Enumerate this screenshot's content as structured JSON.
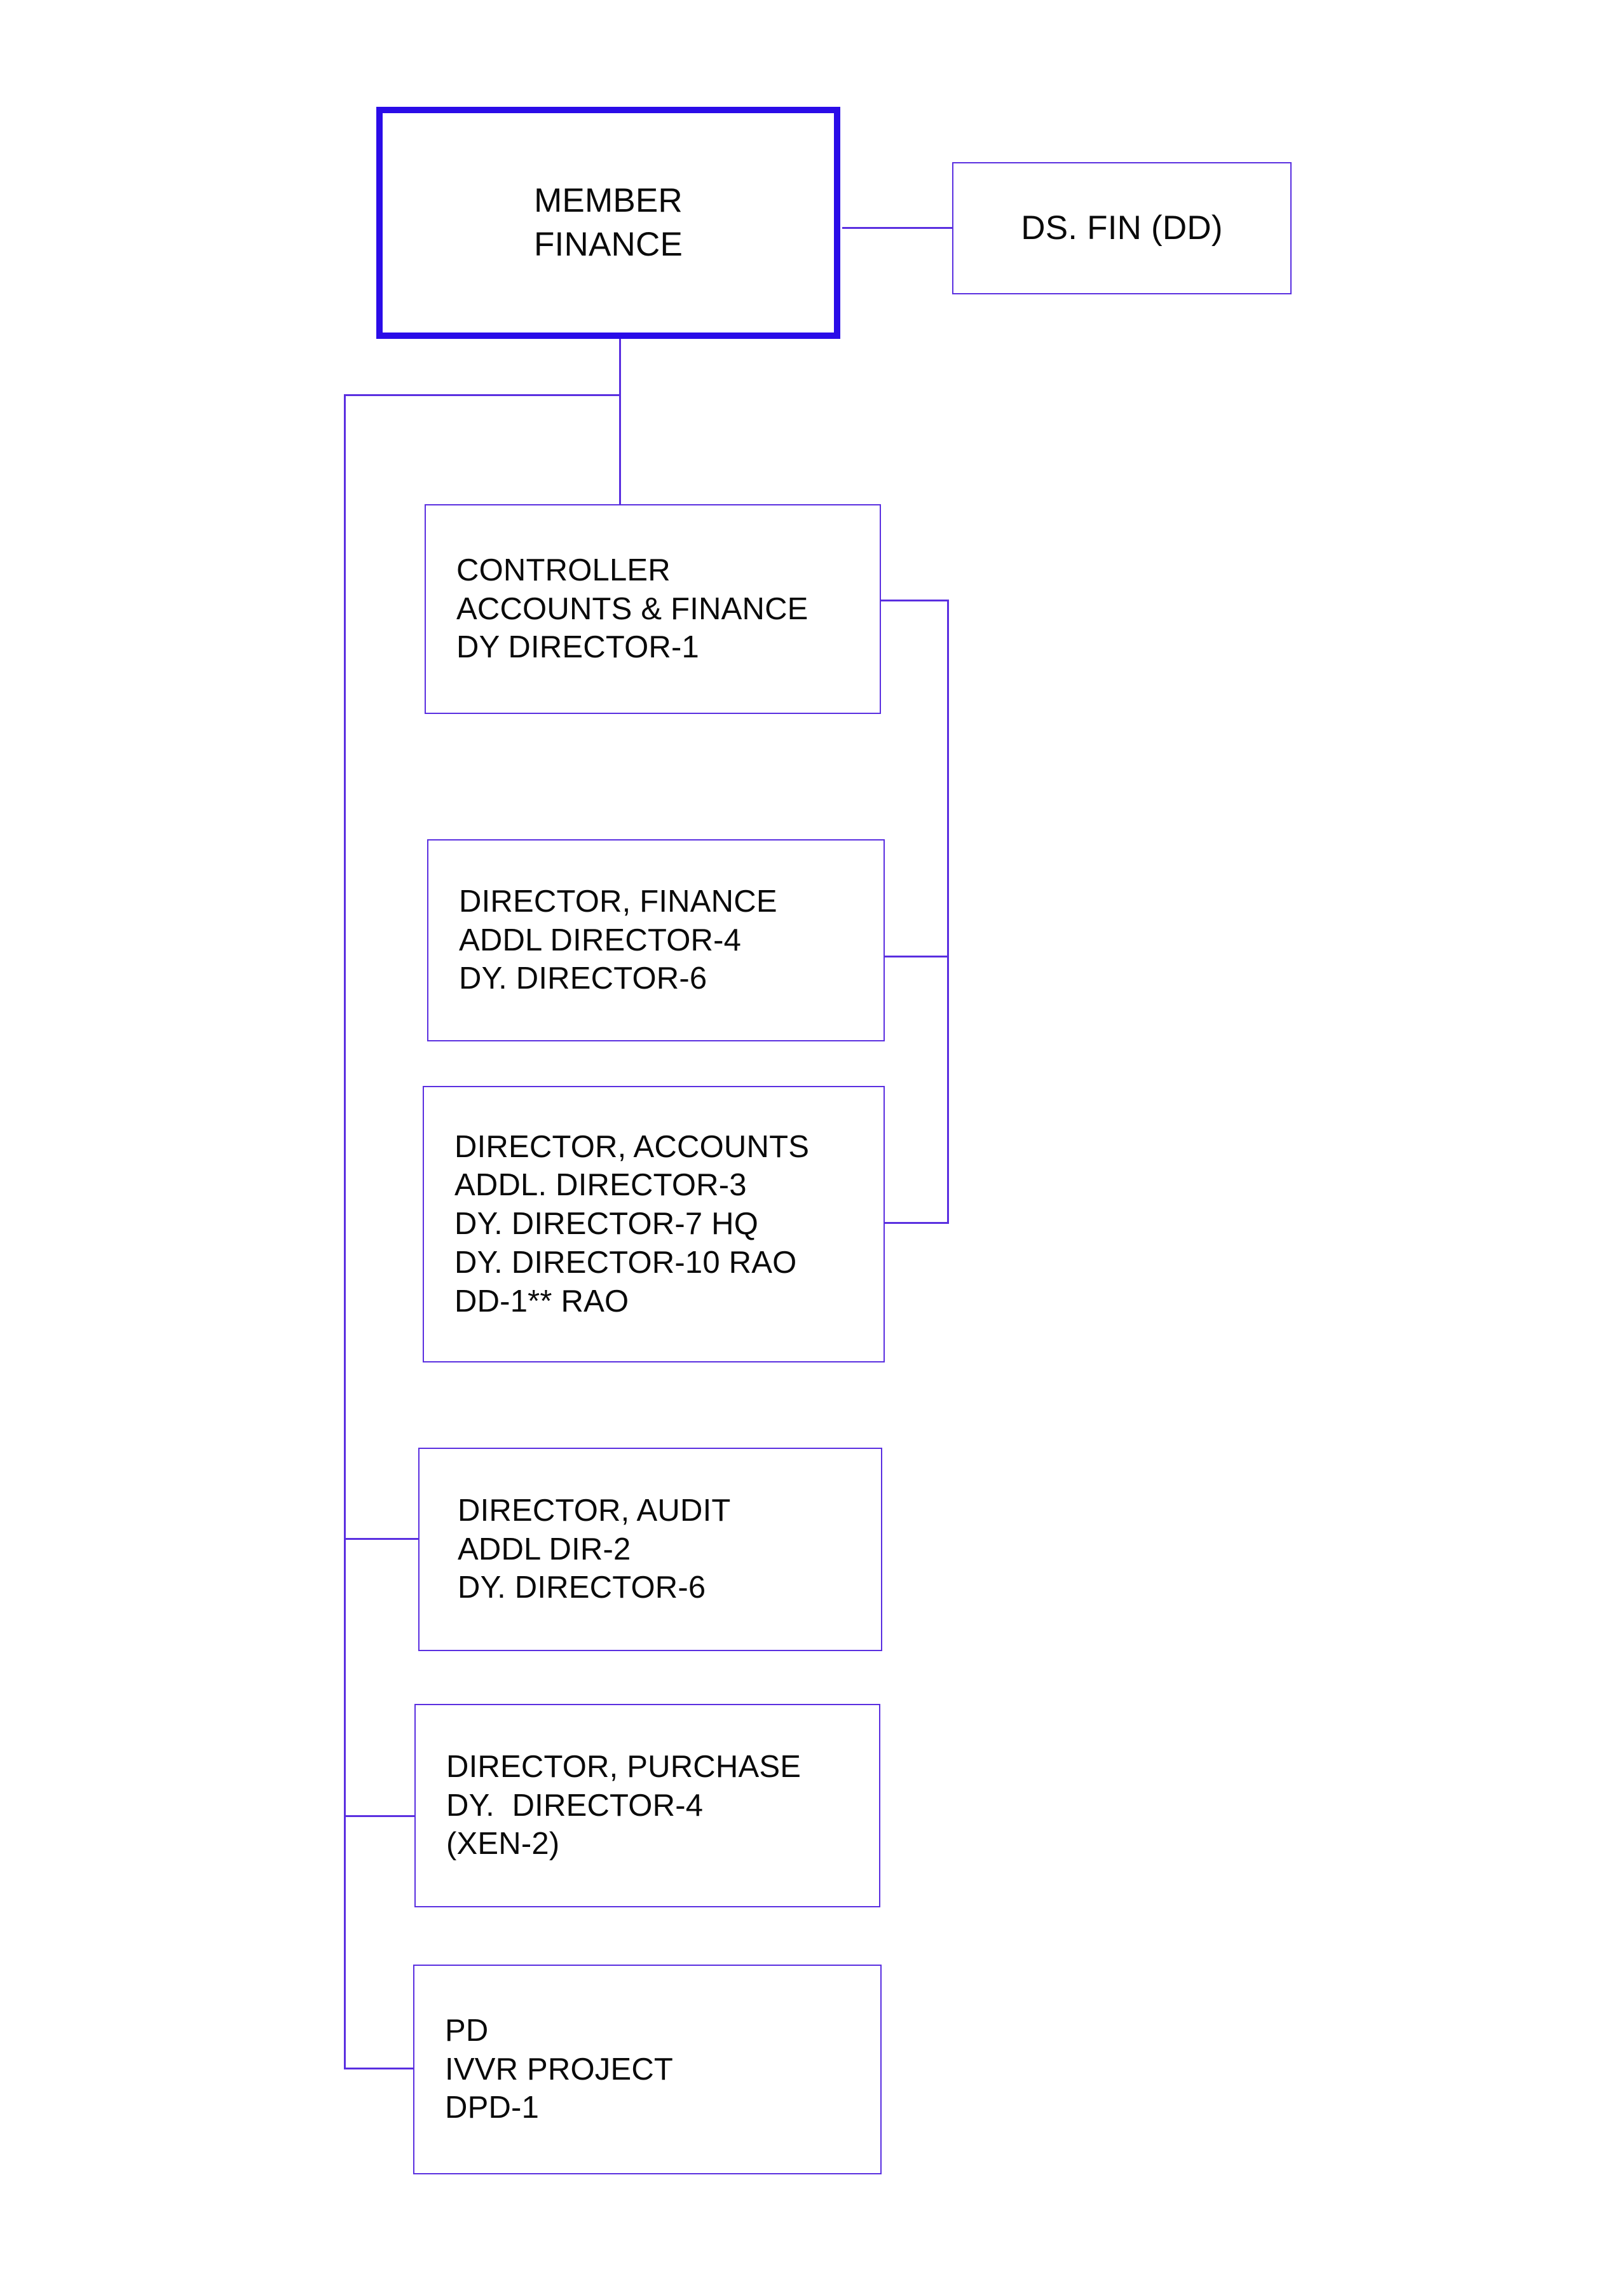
{
  "chart": {
    "title": "Member Finance organisation chart",
    "accent_color": "#5a2fe0",
    "root_border_color": "#2a0ce8",
    "background_color": "#ffffff",
    "text_color": "#0a0a0a"
  },
  "nodes": {
    "root": {
      "name": "member-finance",
      "lines": [
        "MEMBER",
        "FINANCE"
      ]
    },
    "staff": {
      "name": "ds-fin-dd",
      "lines": [
        "DS. FIN (DD)"
      ]
    },
    "controller": {
      "name": "controller-accounts-finance",
      "lines": [
        "CONTROLLER",
        "ACCOUNTS & FINANCE",
        "DY DIRECTOR-1"
      ]
    },
    "director_finance": {
      "name": "director-finance",
      "lines": [
        "DIRECTOR, FINANCE",
        "ADDL DIRECTOR-4",
        "DY. DIRECTOR-6"
      ]
    },
    "director_accounts": {
      "name": "director-accounts",
      "lines": [
        "DIRECTOR, ACCOUNTS",
        "ADDL. DIRECTOR-3",
        "DY. DIRECTOR-7 HQ",
        "DY. DIRECTOR-10 RAO",
        "DD-1** RAO"
      ]
    },
    "director_audit": {
      "name": "director-audit",
      "lines": [
        "DIRECTOR, AUDIT",
        "ADDL DIR-2",
        "DY. DIRECTOR-6"
      ]
    },
    "director_purchase": {
      "name": "director-purchase",
      "lines": [
        "DIRECTOR, PURCHASE",
        "DY.  DIRECTOR-4",
        "(XEN-2)"
      ]
    },
    "pd_ivvr": {
      "name": "pd-ivvr-project",
      "lines": [
        "PD",
        "IVVR PROJECT",
        "DPD-1"
      ]
    }
  }
}
